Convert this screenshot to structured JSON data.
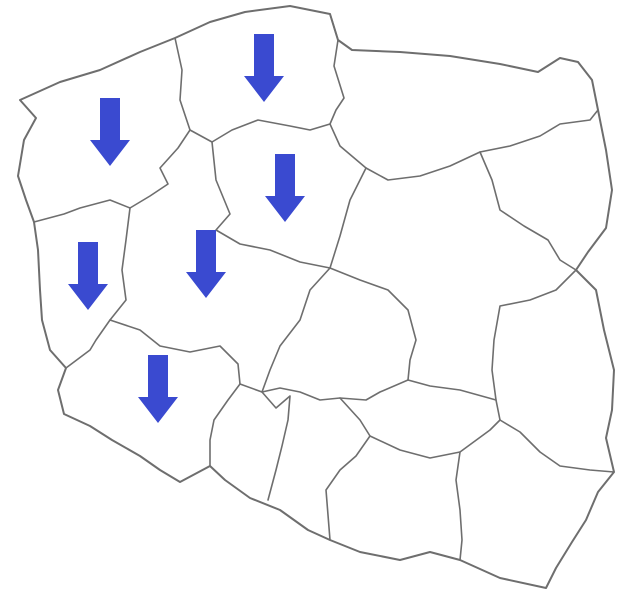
{
  "map": {
    "country": "Poland",
    "colors": {
      "background": "#ffffff",
      "border": "#6e6e6e",
      "arrow": "#3a4ad0"
    },
    "arrows": [
      {
        "region": "pomorskie",
        "direction": "down",
        "icon": "arrow-down-icon"
      },
      {
        "region": "zachodniopomorskie",
        "direction": "down",
        "icon": "arrow-down-icon"
      },
      {
        "region": "kujawsko-pomorskie",
        "direction": "down",
        "icon": "arrow-down-icon"
      },
      {
        "region": "lubuskie",
        "direction": "down",
        "icon": "arrow-down-icon"
      },
      {
        "region": "wielkopolskie",
        "direction": "down",
        "icon": "arrow-down-icon"
      },
      {
        "region": "dolnoslaskie",
        "direction": "down",
        "icon": "arrow-down-icon"
      }
    ]
  }
}
